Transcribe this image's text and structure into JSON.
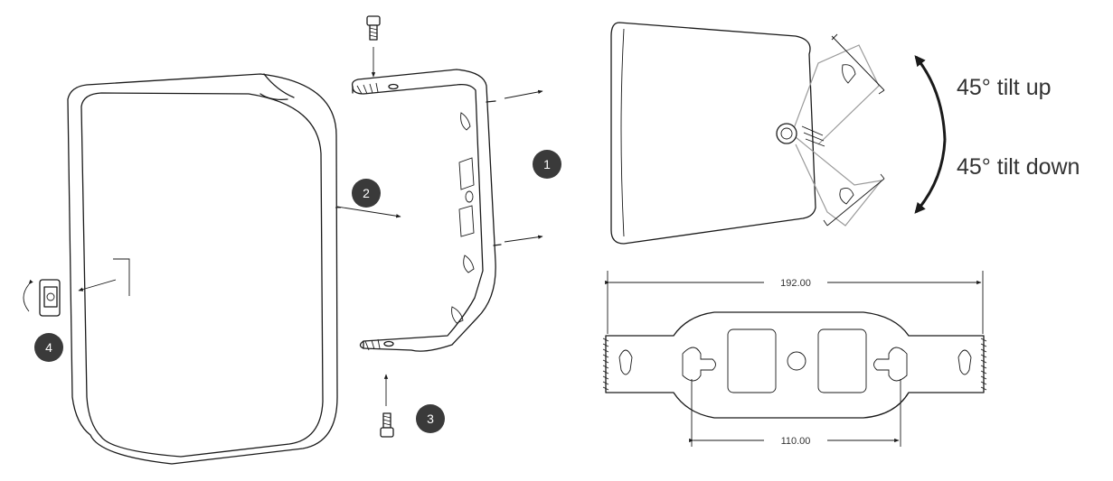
{
  "steps": [
    "1",
    "2",
    "3",
    "4"
  ],
  "tilt": {
    "up": "45° tilt up",
    "down": "45° tilt down"
  },
  "dimensions": {
    "overall": "192.00",
    "holes": "110.00"
  },
  "colors": {
    "line": "#1a1a1a",
    "badge": "#3a3a3a",
    "text": "#333333",
    "grey": "#9a9a9a"
  }
}
